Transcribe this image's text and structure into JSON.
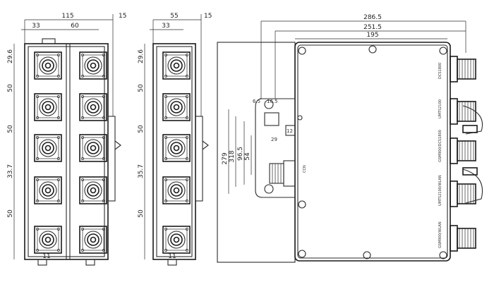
{
  "views": {
    "front_left": {
      "dim_top_overall": "115",
      "dim_top_right": "15",
      "dim_left_offset": "33",
      "dim_between": "60",
      "dim_side": [
        "29.6",
        "50",
        "50",
        "33.7",
        "50"
      ],
      "dim_bottom": "11"
    },
    "front_middle": {
      "dim_top_overall": "55",
      "dim_top_right": "15",
      "dim_left_offset": "33",
      "dim_side": [
        "29.6",
        "50",
        "50",
        "35.7",
        "50"
      ],
      "dim_bottom": "11"
    },
    "side": {
      "dim_top": [
        "286.5",
        "251.5",
        "195"
      ],
      "dim_left": [
        "279",
        "318",
        "96.5",
        "54"
      ],
      "dim_mount": [
        "6.5",
        "16.5",
        "29",
        "12"
      ],
      "body_label": "CCN",
      "port_labels": [
        "DCS1800",
        "UMTS2100",
        "GSM900/DCS1800",
        "UMTS2100/WLAN",
        "GSM900/WLAN"
      ]
    }
  }
}
